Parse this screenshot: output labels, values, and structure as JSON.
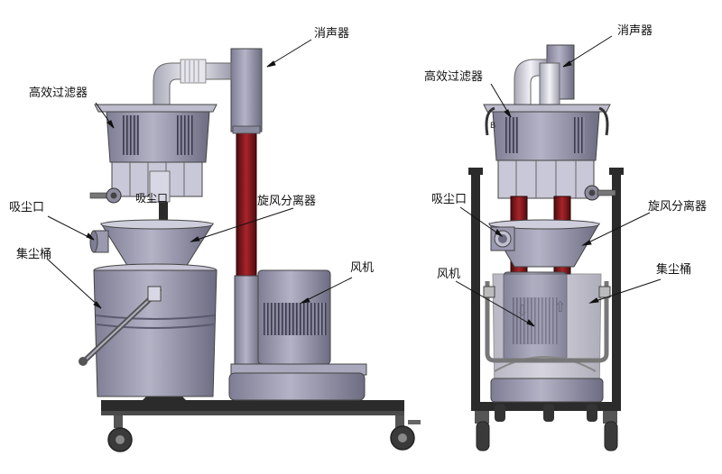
{
  "labels": {
    "left_muffler": "消声器",
    "left_hepa": "高效过滤器",
    "left_inlet": "吸尘口",
    "left_inlet_mark": "吸尘口",
    "left_cyclone": "旋风分离器",
    "left_bucket": "集尘桶",
    "left_fan": "风机",
    "right_muffler": "消声器",
    "right_hepa": "高效过滤器",
    "right_inlet": "吸尘口",
    "right_cyclone": "旋风分离器",
    "right_fan": "风机",
    "right_bucket": "集尘桶",
    "right_mark": "B"
  },
  "colors": {
    "body": "#9a99b0",
    "body_dark": "#6e6d82",
    "body_light": "#c9c8d8",
    "pipe": "#d8d8e4",
    "red_tube": "#7a1418",
    "frame": "#2b2b2b",
    "wheel": "#3a3a3a"
  }
}
